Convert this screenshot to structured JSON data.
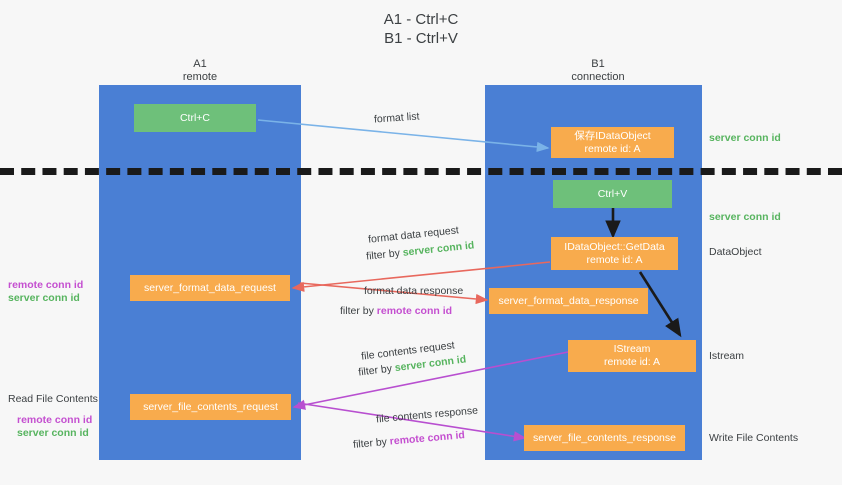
{
  "title": {
    "line1": "A1 - Ctrl+C",
    "line2": "B1 - Ctrl+V"
  },
  "columns": [
    {
      "name": "A1",
      "sub": "remote"
    },
    {
      "name": "B1",
      "sub": "connection"
    }
  ],
  "colors": {
    "lane": "#4a7fd4",
    "green_box": "#6ec07a",
    "orange_box": "#f8ab4d",
    "server_conn_id": "#57b45f",
    "remote_conn_id": "#c44fd0",
    "arrow_blue": "#7ab3e8",
    "arrow_red": "#e8685d",
    "arrow_purple": "#b84fd0",
    "arrow_black": "#1a1a1a",
    "divider": "#1a1a1a"
  },
  "boxes": {
    "ctrl_c": {
      "line1": "Ctrl+C"
    },
    "save_idataobject": {
      "line1": "保存IDataObject",
      "line2": "remote id: A"
    },
    "ctrl_v": {
      "line1": "Ctrl+V"
    },
    "getdata": {
      "line1": "IDataObject::GetData",
      "line2": "remote id: A"
    },
    "server_format_data_request": {
      "line1": "server_format_data_request"
    },
    "server_format_data_response": {
      "line1": "server_format_data_response"
    },
    "istream": {
      "line1": "IStream",
      "line2": "remote id: A"
    },
    "server_file_contents_request": {
      "line1": "server_file_contents_request"
    },
    "server_file_contents_response": {
      "line1": "server_file_contents_response"
    }
  },
  "edge_labels": {
    "format_list": "format list",
    "format_data_request": "format data request",
    "format_data_response": "format data response",
    "file_contents_request": "file contents request",
    "file_contents_response": "file contents response",
    "filter_by": "filter by"
  },
  "terms": {
    "server_conn_id": "server conn id",
    "remote_conn_id": "remote conn id"
  },
  "right_labels": {
    "server_conn_id_1": "server conn id",
    "server_conn_id_2": "server conn id",
    "dataobject": "DataObject",
    "istream": "Istream",
    "write_file_contents": "Write File Contents"
  },
  "left_labels": {
    "read_file_contents": "Read File Contents",
    "remote_conn_id_1": "remote conn id",
    "server_conn_id_1": "server conn id",
    "remote_conn_id_2": "remote conn id",
    "server_conn_id_2": "server conn id"
  }
}
